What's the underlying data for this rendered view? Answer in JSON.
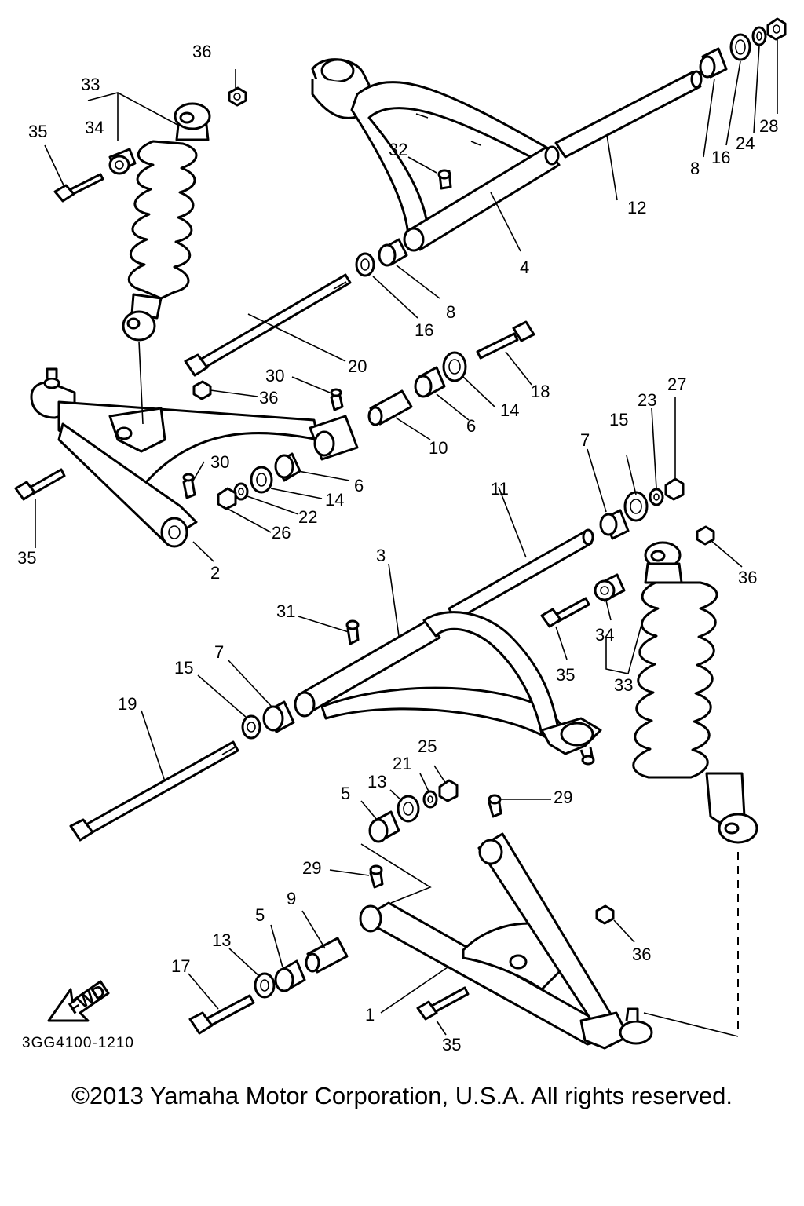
{
  "diagram": {
    "code": "3GG4100-1210",
    "copyright": "©2013 Yamaha Motor Corporation, U.S.A. All rights reserved.",
    "fwd": "FWD",
    "callouts": {
      "c1": "1",
      "c2": "2",
      "c3": "3",
      "c4": "4",
      "c5a": "5",
      "c5b": "5",
      "c6a": "6",
      "c6b": "6",
      "c7a": "7",
      "c7b": "7",
      "c8a": "8",
      "c8b": "8",
      "c9": "9",
      "c10": "10",
      "c11": "11",
      "c12": "12",
      "c13a": "13",
      "c13b": "13",
      "c14a": "14",
      "c14b": "14",
      "c15a": "15",
      "c15b": "15",
      "c16a": "16",
      "c16b": "16",
      "c17": "17",
      "c18": "18",
      "c19": "19",
      "c20": "20",
      "c21": "21",
      "c22": "22",
      "c23": "23",
      "c24": "24",
      "c25": "25",
      "c26": "26",
      "c27": "27",
      "c28": "28",
      "c29a": "29",
      "c29b": "29",
      "c30a": "30",
      "c30b": "30",
      "c31": "31",
      "c32": "32",
      "c33a": "33",
      "c33b": "33",
      "c34a": "34",
      "c34b": "34",
      "c35a": "35",
      "c35b": "35",
      "c35c": "35",
      "c35d": "35",
      "c36a": "36",
      "c36b": "36",
      "c36c": "36",
      "c36d": "36"
    }
  }
}
